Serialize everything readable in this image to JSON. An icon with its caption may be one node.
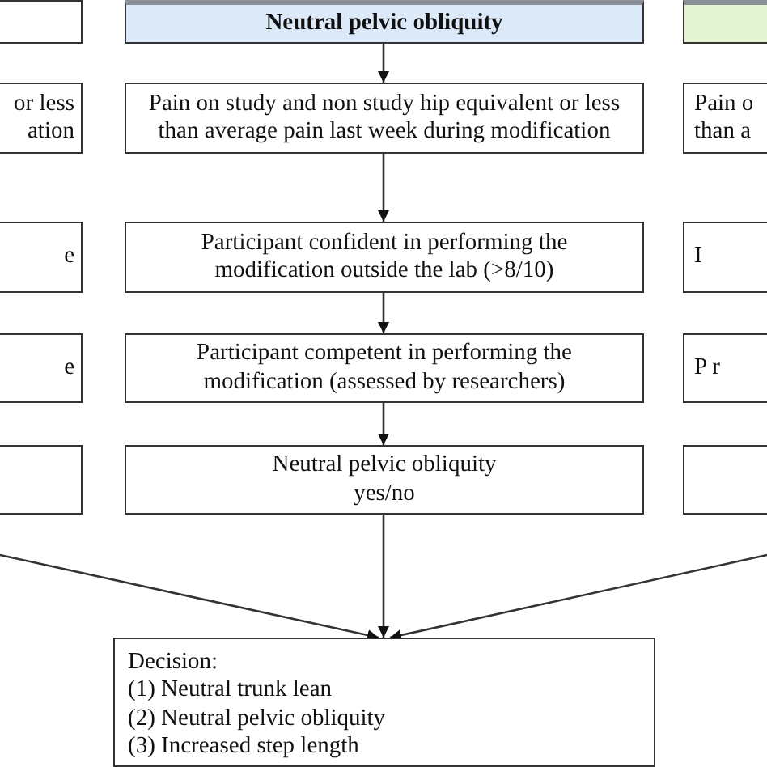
{
  "diagram": {
    "nodes": [
      {
        "text": [],
        "shape": "box"
      },
      {
        "text": [
          "Neutral pelvic obliquity"
        ]
      },
      {
        "text": [],
        "shape": "box"
      },
      {
        "text": [
          "or less ation"
        ]
      },
      {
        "text": [
          "Pain on study and non study hip equivalent or less than average pain last week during modification"
        ]
      },
      {
        "text": [
          "Pain o than a"
        ]
      },
      {
        "text": [
          "e"
        ]
      },
      {
        "text": [
          "Participant confident in performing the modification outside the lab (>8/10)"
        ]
      },
      {
        "text": [
          "I"
        ]
      },
      {
        "text": [
          "e"
        ]
      },
      {
        "text": [
          "Participant competent in performing the modification (assessed by researchers)"
        ]
      },
      {
        "text": [
          "P r"
        ]
      },
      {
        "text": [],
        "shape": "box"
      },
      {
        "text": [
          "Neutral pelvic obliquity",
          "yes/no"
        ]
      },
      {
        "text": [],
        "shape": "box"
      },
      {
        "text": [
          "Decision:",
          "(1) Neutral trunk lean",
          "(2) Neutral pelvic obliquity",
          "(3) Increased step length"
        ]
      }
    ],
    "edges": [
      {
        "from": 1,
        "to": 4,
        "arrow": "to"
      },
      {
        "from": 4,
        "to": 7,
        "arrow": "to"
      },
      {
        "from": 7,
        "to": 10,
        "arrow": "to"
      },
      {
        "from": 10,
        "to": 13,
        "arrow": "to"
      },
      {
        "from": 13,
        "to": 15,
        "arrow": "to"
      },
      {
        "from": null,
        "to": 15,
        "arrow": "to"
      },
      {
        "from": null,
        "to": 15,
        "arrow": "to"
      }
    ]
  }
}
